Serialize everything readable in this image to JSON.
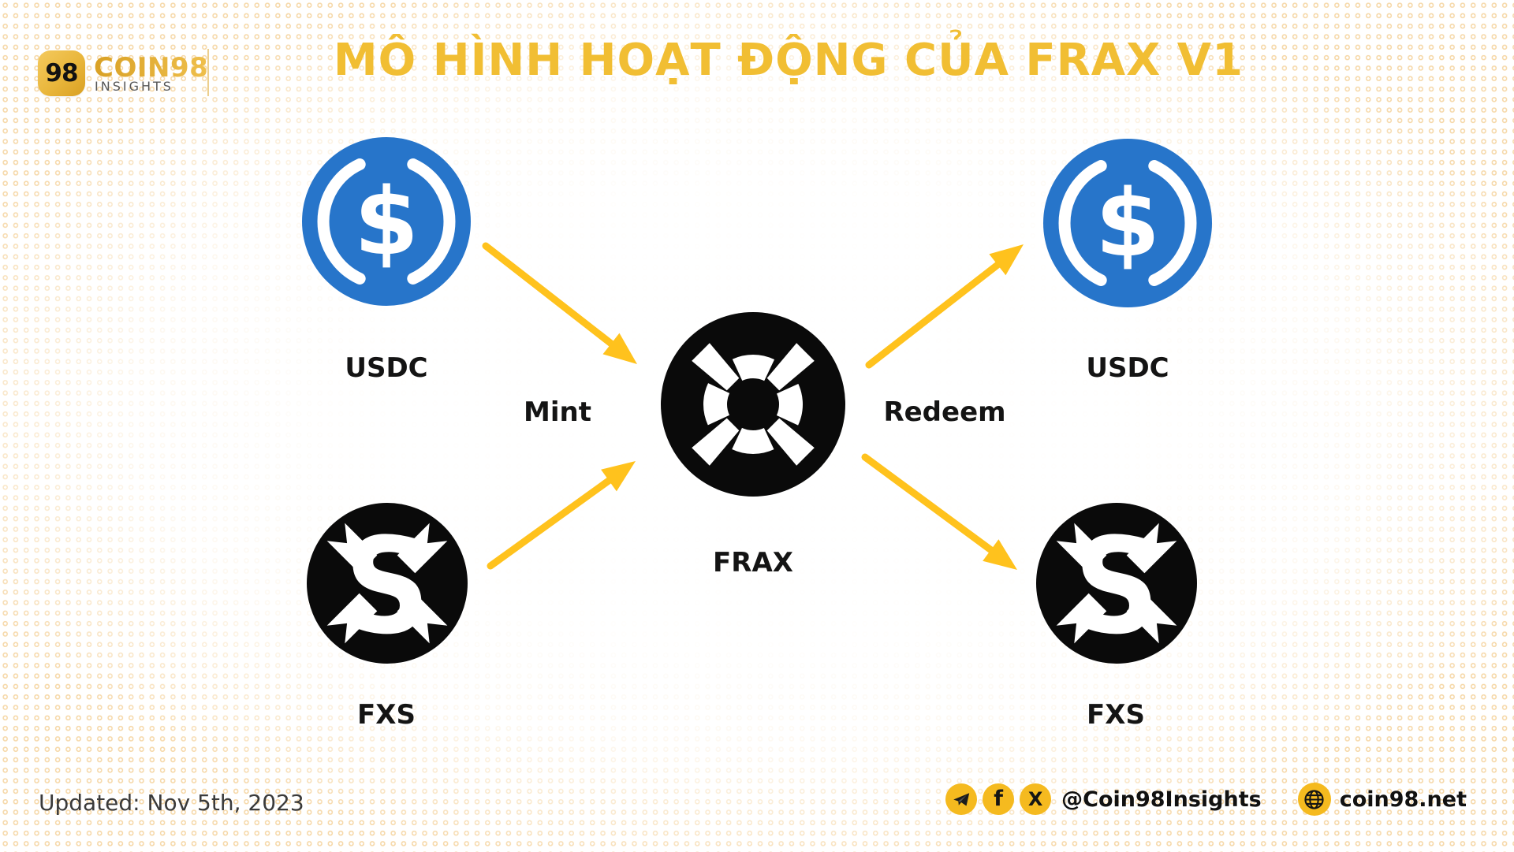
{
  "header": {
    "brand": {
      "logo_badge": "98",
      "name": "COIN98",
      "subtitle": "INSIGHTS"
    },
    "title": "MÔ HÌNH HOẠT ĐỘNG CỦA FRAX V1"
  },
  "diagram": {
    "nodes": [
      {
        "id": "usdc-left",
        "label": "USDC",
        "icon": "usdc-coin-icon"
      },
      {
        "id": "fxs-left",
        "label": "FXS",
        "icon": "fxs-coin-icon"
      },
      {
        "id": "frax",
        "label": "FRAX",
        "icon": "frax-coin-icon"
      },
      {
        "id": "usdc-right",
        "label": "USDC",
        "icon": "usdc-coin-icon"
      },
      {
        "id": "fxs-right",
        "label": "FXS",
        "icon": "fxs-coin-icon"
      }
    ],
    "edges": [
      {
        "from": "usdc-left",
        "to": "frax",
        "label": "Mint"
      },
      {
        "from": "fxs-left",
        "to": "frax",
        "label": "Mint"
      },
      {
        "from": "frax",
        "to": "usdc-right",
        "label": "Redeem"
      },
      {
        "from": "frax",
        "to": "fxs-right",
        "label": "Redeem"
      }
    ],
    "mint_label": "Mint",
    "redeem_label": "Redeem"
  },
  "icons": {
    "dollar": "$",
    "fxs_s": "S",
    "facebook_f": "f",
    "x_letter": "X"
  },
  "footer": {
    "updated": "Updated: Nov 5th, 2023",
    "social_handle": "@Coin98Insights",
    "website": "coin98.net",
    "social_icons": [
      "telegram-icon",
      "facebook-icon",
      "x-icon",
      "globe-icon"
    ]
  },
  "colors": {
    "accent_gold": "#F1BE33",
    "arrow_yellow": "#FFC21D",
    "usdc_blue": "#2775CA",
    "coin_black": "#0A0A0A",
    "pattern_cream": "#F6D7A6",
    "chip_yellow": "#F5BA1F"
  }
}
